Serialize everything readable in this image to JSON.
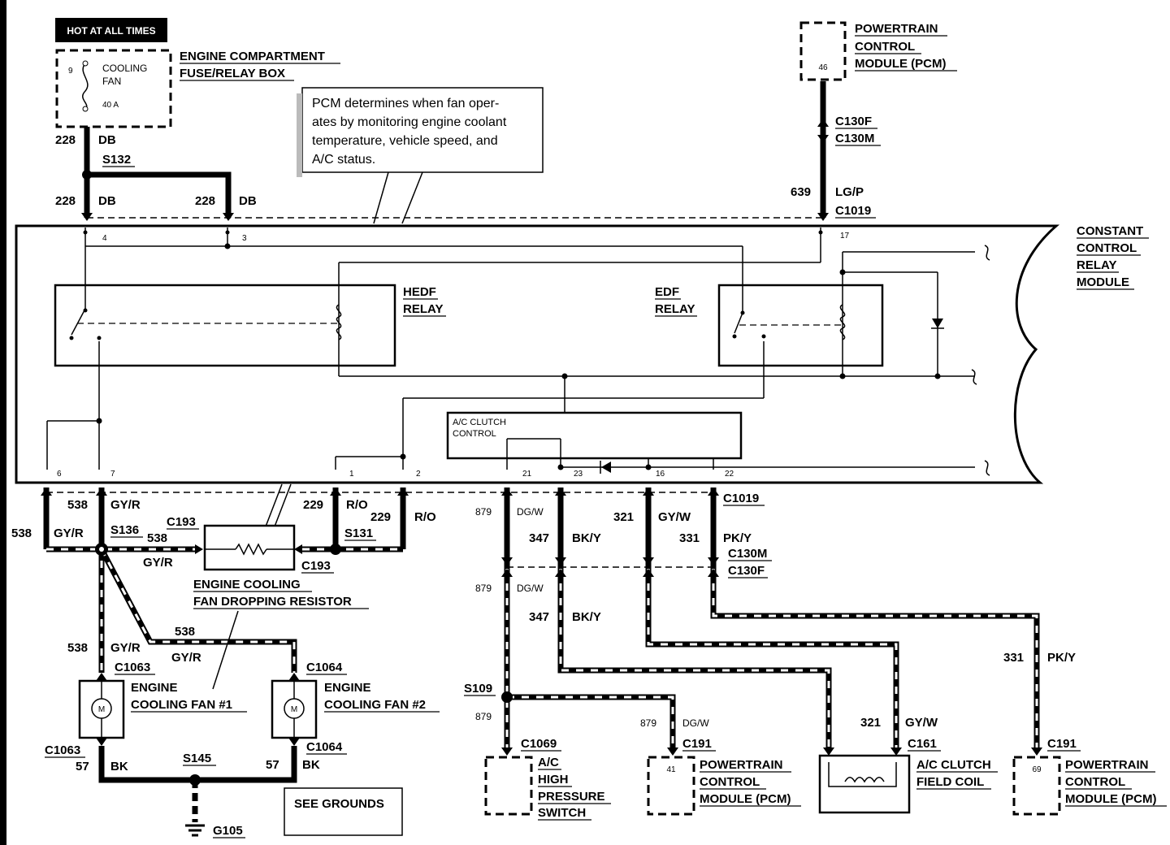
{
  "hot_label": "HOT AT ALL TIMES",
  "fuse_box": {
    "pin": "9",
    "name1": "COOLING",
    "name2": "FAN",
    "rating": "40 A",
    "title1": "ENGINE COMPARTMENT",
    "title2": "FUSE/RELAY BOX"
  },
  "note": [
    "PCM determines when fan oper-",
    "ates by monitoring engine coolant",
    "temperature, vehicle speed, and",
    "A/C status."
  ],
  "pcm_top": {
    "pin": "46",
    "title1": "POWERTRAIN",
    "title2": "CONTROL",
    "title3": "MODULE (PCM)"
  },
  "module": {
    "title1": "CONSTANT",
    "title2": "CONTROL",
    "title3": "RELAY",
    "title4": "MODULE",
    "hedf1": "HEDF",
    "hedf2": "RELAY",
    "edf1": "EDF",
    "edf2": "RELAY",
    "ac1": "A/C CLUTCH",
    "ac2": "CONTROL",
    "pins": {
      "p4": "4",
      "p3": "3",
      "p17": "17",
      "p6": "6",
      "p7": "7",
      "p1": "1",
      "p2": "2",
      "p21": "21",
      "p23": "23",
      "p16": "16",
      "p22": "22"
    }
  },
  "wires": {
    "c228a": "228",
    "cDBa": "DB",
    "s132": "S132",
    "c228b": "228",
    "cDBb": "DB",
    "c228c": "228",
    "cDBc": "DB",
    "c639": "639",
    "cLGP": "LG/P",
    "c1019a": "C1019",
    "c130f_top": "C130F",
    "c130m_top": "C130M",
    "c538a": "538",
    "cGYRa": "GY/R",
    "c538b": "538",
    "cGYRb": "GY/R",
    "s136": "S136",
    "c193a": "C193",
    "c538c": "538",
    "cGYRc": "GY/R",
    "c229a": "229",
    "cROa": "R/O",
    "c229b": "229",
    "cROb": "R/O",
    "s131": "S131",
    "c193b": "C193",
    "c879a": "879",
    "cDGWa": "DG/W",
    "c347a": "347",
    "cBKYa": "BK/Y",
    "c321a": "321",
    "cGYWa": "GY/W",
    "c331a": "331",
    "cPKYa": "PK/Y",
    "c1019b": "C1019",
    "c130m_b": "C130M",
    "c130f_b": "C130F",
    "c879b": "879",
    "cDGWb": "DG/W",
    "c347b": "347",
    "cBKYb": "BK/Y",
    "c538d": "538",
    "c538e": "538",
    "cGYRd": "GY/R",
    "cGYRe": "GY/R",
    "c1063a": "C1063",
    "c1064a": "C1064",
    "c1063b": "C1063",
    "c57a": "57",
    "cBKa": "BK",
    "s145": "S145",
    "c57b": "57",
    "cBKb": "BK",
    "c1064b": "C1064",
    "g105": "G105",
    "s109": "S109",
    "c879c": "879",
    "c879d": "879",
    "cDGWc": "DG/W",
    "c1069": "C1069",
    "c191a": "C191",
    "c321b": "321",
    "cGYWb": "GY/W",
    "c161": "C161",
    "c331b": "331",
    "cPKYb": "PK/Y",
    "c191b": "C191"
  },
  "resistor": {
    "title1": "ENGINE COOLING",
    "title2": "FAN DROPPING RESISTOR"
  },
  "fan1": {
    "m": "M",
    "title1": "ENGINE",
    "title2": "COOLING FAN #1"
  },
  "fan2": {
    "m": "M",
    "title1": "ENGINE",
    "title2": "COOLING FAN #2"
  },
  "see_grounds": "SEE GROUNDS",
  "ac_switch": {
    "title1": "A/C",
    "title2": "HIGH",
    "title3": "PRESSURE",
    "title4": "SWITCH"
  },
  "pcm41": {
    "pin": "41",
    "title1": "POWERTRAIN",
    "title2": "CONTROL",
    "title3": "MODULE (PCM)"
  },
  "ac_coil": {
    "title1": "A/C CLUTCH",
    "title2": "FIELD COIL"
  },
  "pcm69": {
    "pin": "69",
    "title1": "POWERTRAIN",
    "title2": "CONTROL",
    "title3": "MODULE (PCM)"
  }
}
